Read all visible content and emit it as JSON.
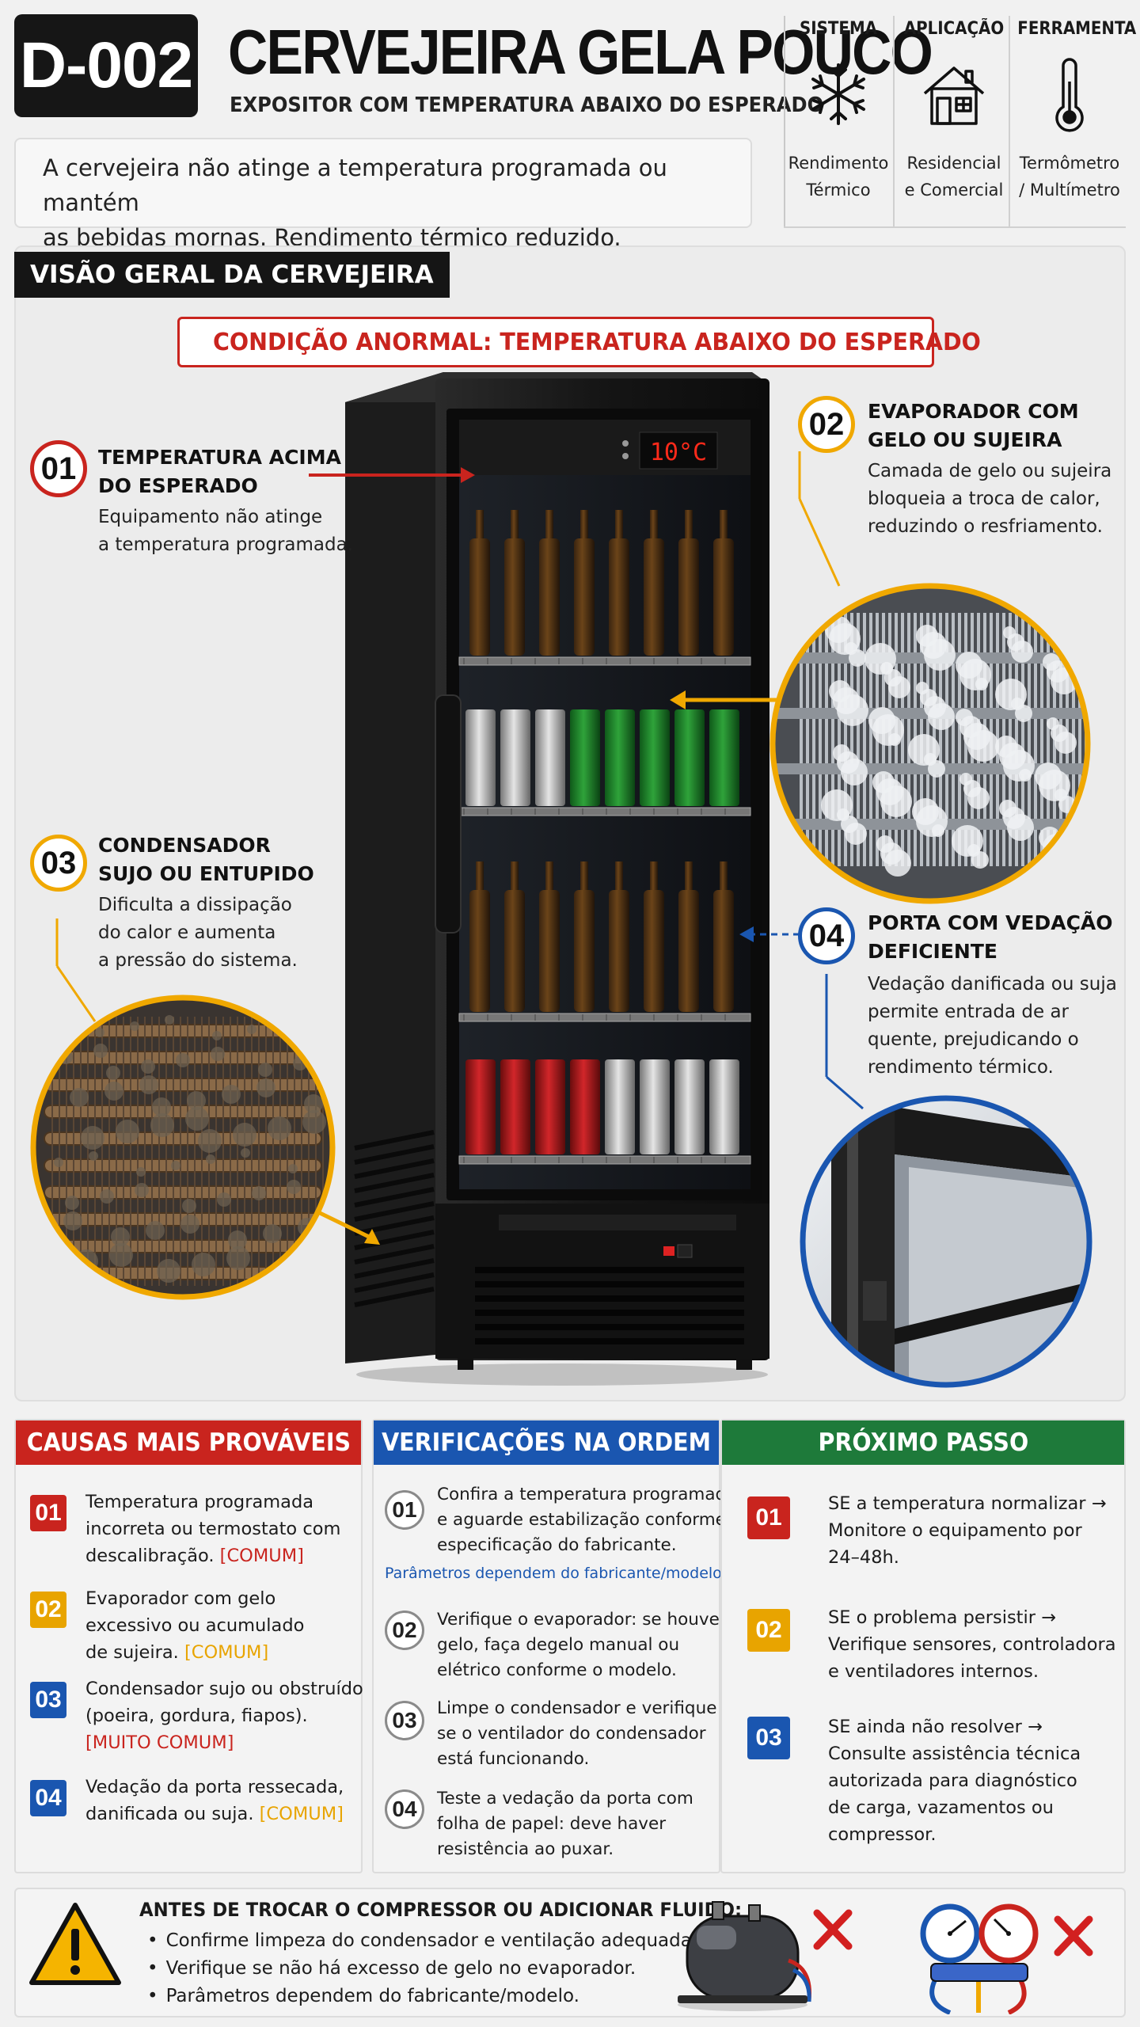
{
  "header": {
    "code": "D-002",
    "title": "CERVEJEIRA GELA POUCO",
    "subtitle": "EXPOSITOR COM TEMPERATURA ABAIXO DO ESPERADO",
    "intro_line1": "A cervejeira não atinge a temperatura programada ou mantém",
    "intro_line2": "as bebidas mornas. Rendimento térmico reduzido."
  },
  "info": [
    {
      "heading": "SISTEMA",
      "line1": "Rendimento",
      "line2": "Térmico",
      "icon": "snowflake-icon"
    },
    {
      "heading": "APLICAÇÃO",
      "line1": "Residencial",
      "line2": "e Comercial",
      "icon": "house-icon"
    },
    {
      "heading": "FERRAMENTA",
      "line1": "Termômetro",
      "line2": "/ Multímetro",
      "icon": "thermometer-icon"
    }
  ],
  "overview": {
    "section_label": "VISÃO GERAL DA CERVEJEIRA",
    "alert": "CONDIÇÃO ANORMAL: TEMPERATURA ABAIXO DO ESPERADO",
    "display_temp": "10°C"
  },
  "callouts": [
    {
      "num": "01",
      "title1": "TEMPERATURA ACIMA",
      "title2": "DO ESPERADO",
      "desc": [
        "Equipamento não atinge",
        "a temperatura programada."
      ],
      "color": "#c9241e"
    },
    {
      "num": "02",
      "title1": "EVAPORADOR COM",
      "title2": "GELO OU SUJEIRA",
      "desc": [
        "Camada de gelo ou sujeira",
        "bloqueia a troca de calor,",
        "reduzindo o resfriamento."
      ],
      "color": "#f0a800"
    },
    {
      "num": "03",
      "title1": "CONDENSADOR",
      "title2": "SUJO OU ENTUPIDO",
      "desc": [
        "Dificulta a dissipação",
        "do calor e aumenta",
        "a pressão do sistema."
      ],
      "color": "#f0a800"
    },
    {
      "num": "04",
      "title1": "PORTA COM VEDAÇÃO",
      "title2": "DEFICIENTE",
      "desc": [
        "Vedação danificada ou suja",
        "permite entrada de ar",
        "quente, prejudicando o",
        "rendimento térmico."
      ],
      "color": "#1a56b0"
    }
  ],
  "causes": {
    "heading": "CAUSAS MAIS PROVÁVEIS",
    "color": "#c9241e",
    "items": [
      {
        "num": "01",
        "lines": [
          "Temperatura programada",
          "incorreta ou termostato com",
          "descalibração."
        ],
        "tag": "[COMUM]",
        "tag_color": "#c9241e",
        "num_color": "#c9241e"
      },
      {
        "num": "02",
        "lines": [
          "Evaporador com gelo",
          "excessivo ou acumulado",
          "de sujeira."
        ],
        "tag": "[COMUM]",
        "tag_color": "#e8a400",
        "num_color": "#e8a400"
      },
      {
        "num": "03",
        "lines": [
          "Condensador sujo ou obstruído",
          "(poeira, gordura, fiapos)."
        ],
        "tag": "[MUITO COMUM]",
        "tag_color": "#c9241e",
        "num_color": "#1a56b0"
      },
      {
        "num": "04",
        "lines": [
          "Vedação da porta ressecada,",
          "danificada ou suja."
        ],
        "tag": "[COMUM]",
        "tag_color": "#e8a400",
        "num_color": "#1a56b0"
      }
    ]
  },
  "checks": {
    "heading": "VERIFICAÇÕES NA ORDEM",
    "color": "#1a56b0",
    "note": "Parâmetros dependem do fabricante/modelo.",
    "items": [
      {
        "num": "01",
        "lines": [
          "Confira a temperatura programada",
          "e aguarde estabilização conforme",
          "especificação do fabricante."
        ]
      },
      {
        "num": "02",
        "lines": [
          "Verifique o evaporador: se houver",
          "gelo, faça degelo manual ou",
          "elétrico conforme o modelo."
        ]
      },
      {
        "num": "03",
        "lines": [
          "Limpe o condensador e verifique",
          "se o ventilador do condensador",
          "está funcionando."
        ]
      },
      {
        "num": "04",
        "lines": [
          "Teste a vedação da porta com",
          "folha de papel: deve haver",
          "resistência ao puxar."
        ]
      }
    ]
  },
  "next": {
    "heading": "PRÓXIMO PASSO",
    "color": "#1e7a3a",
    "items": [
      {
        "num": "01",
        "lines": [
          "SE a temperatura normalizar →",
          "Monitore o equipamento por",
          "24–48h."
        ],
        "num_color": "#c9241e"
      },
      {
        "num": "02",
        "lines": [
          "SE o problema persistir →",
          "Verifique sensores, controladora",
          "e ventiladores internos."
        ],
        "num_color": "#e8a400"
      },
      {
        "num": "03",
        "lines": [
          "SE ainda não resolver →",
          "Consulte assistência técnica",
          "autorizada para diagnóstico",
          "de carga, vazamentos ou",
          "compressor."
        ],
        "num_color": "#1a56b0"
      }
    ]
  },
  "warning": {
    "title": "ANTES DE TROCAR O COMPRESSOR OU ADICIONAR FLUIDO:",
    "items": [
      "Confirme limpeza do condensador e ventilação adequadas.",
      "Verifique se não há excesso de gelo no evaporador.",
      "Parâmetros dependem do fabricante/modelo."
    ]
  }
}
